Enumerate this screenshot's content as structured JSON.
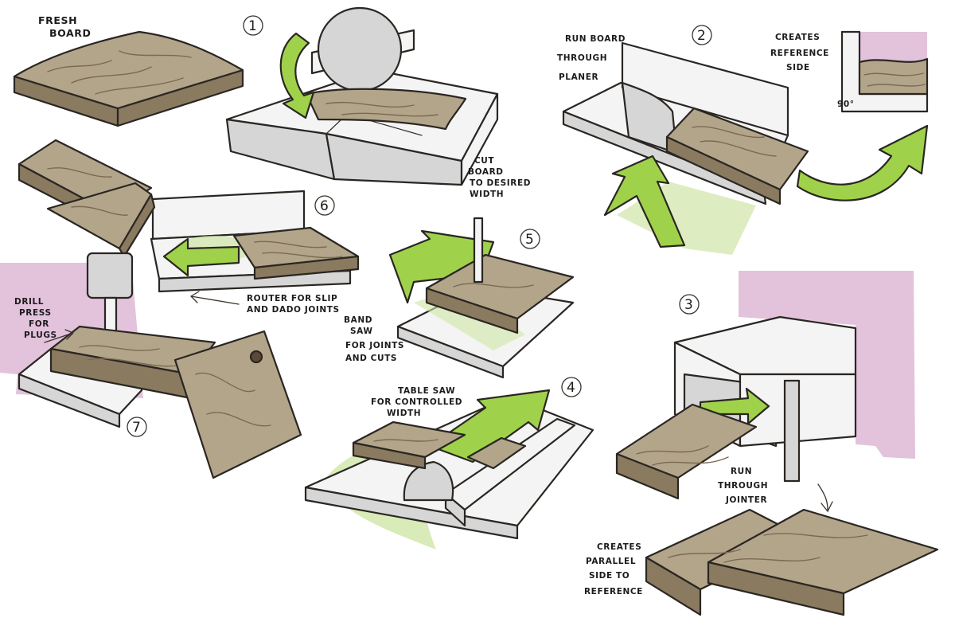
{
  "colors": {
    "wood_top": "#b3a58a",
    "wood_side": "#8a7a5f",
    "wood_grain": "#7a6a52",
    "arrow_green": "#9fd24a",
    "arrow_light": "#cfe6a6",
    "pink_bg": "#e3c2dc",
    "machine": "#f4f4f4",
    "machine_shade": "#d6d6d6",
    "ink": "#2a2622"
  },
  "icons": {
    "blade": "circular-saw-blade-icon",
    "bit": "drill-bit-icon",
    "arrow": "process-arrow-icon"
  },
  "fresh": {
    "line1": "FRESH",
    "line2": "BOARD"
  },
  "steps": [
    {
      "num": "1",
      "lines": [
        "CUT",
        "BOARD",
        "TO DESIRED",
        "WIDTH"
      ]
    },
    {
      "num": "2",
      "lines": [
        "RUN BOARD",
        "THROUGH",
        "PLANER"
      ],
      "inset_lines": [
        "CREATES",
        "REFERENCE",
        "SIDE"
      ],
      "angle": "90°"
    },
    {
      "num": "3",
      "lines": [
        "RUN",
        "THROUGH",
        "JOINTER"
      ],
      "result_lines": [
        "CREATES",
        "PARALLEL",
        "SIDE TO",
        "REFERENCE"
      ]
    },
    {
      "num": "4",
      "lines": [
        "TABLE SAW",
        "FOR CONTROLLED",
        "WIDTH"
      ]
    },
    {
      "num": "5",
      "lines": [
        "BAND",
        "SAW",
        "FOR JOINTS",
        "AND CUTS"
      ]
    },
    {
      "num": "6",
      "lines": [
        "ROUTER FOR SLIP",
        "AND DADO JOINTS"
      ]
    },
    {
      "num": "7",
      "lines": [
        "DRILL",
        "PRESS",
        "FOR",
        "PLUGS"
      ]
    }
  ]
}
